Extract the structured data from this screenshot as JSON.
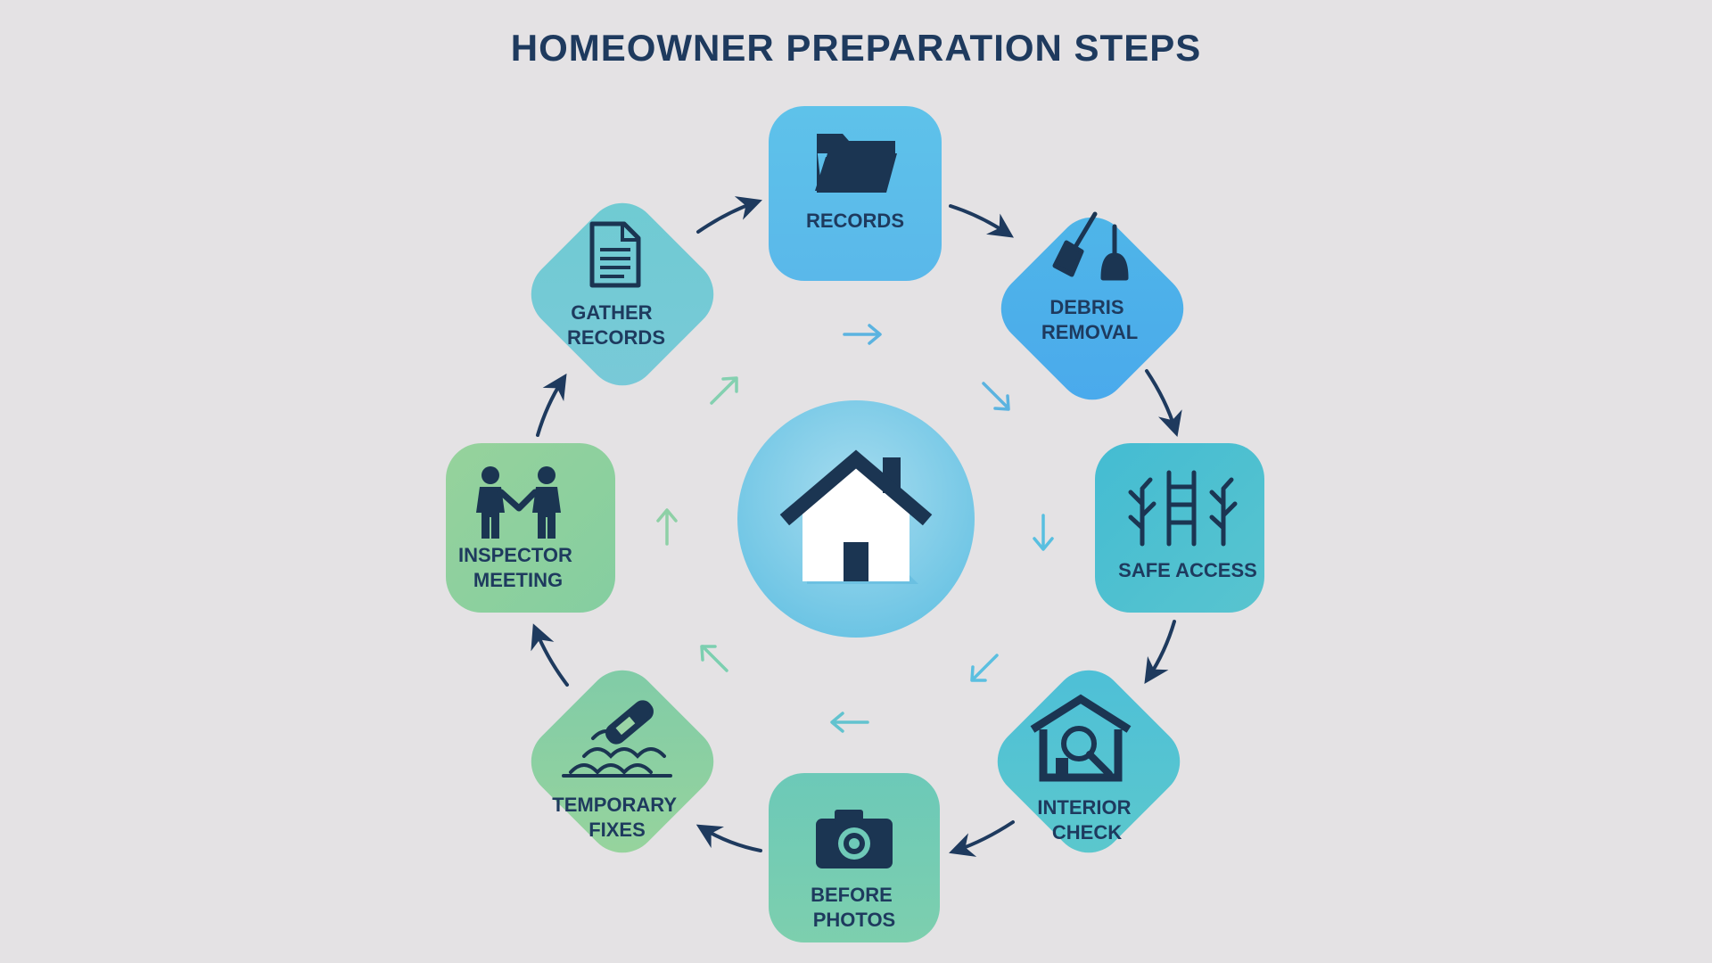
{
  "title": "HOMEOWNER PREPARATION STEPS",
  "steps": [
    {
      "key": "records",
      "lines": [
        "RECORDS"
      ],
      "icon": "folder-icon"
    },
    {
      "key": "debris",
      "lines": [
        "DEBRIS",
        "REMOVAL"
      ],
      "icon": "broom-dustpan-icon"
    },
    {
      "key": "safe-access",
      "lines": [
        "SAFE ACCESS"
      ],
      "icon": "ladder-trees-icon"
    },
    {
      "key": "interior",
      "lines": [
        "INTERIOR",
        "CHECK"
      ],
      "icon": "house-magnifier-icon"
    },
    {
      "key": "photos",
      "lines": [
        "BEFORE",
        "PHOTOS"
      ],
      "icon": "camera-icon"
    },
    {
      "key": "fixes",
      "lines": [
        "TEMPORARY",
        "FIXES"
      ],
      "icon": "roof-patch-icon"
    },
    {
      "key": "inspector",
      "lines": [
        "INSPECTOR",
        "MEETING"
      ],
      "icon": "handshake-icon"
    },
    {
      "key": "gather",
      "lines": [
        "GATHER",
        "RECORDS"
      ],
      "icon": "document-icon"
    }
  ],
  "center_icon": "house-icon",
  "colors": {
    "background": "#e4e2e4",
    "title": "#1e3a5e",
    "icon": "#1b3552",
    "arrow_outer": "#1e3a5e",
    "records": "#5cbde9",
    "debris": "#4db3ea",
    "safe_access": "#4dbdd4",
    "interior": "#52c3d4",
    "photos": "#6ecab6",
    "fixes": "#8bd0a2",
    "inspector": "#8fd09a",
    "gather": "#72c8d0",
    "center": "#7fcde8"
  }
}
